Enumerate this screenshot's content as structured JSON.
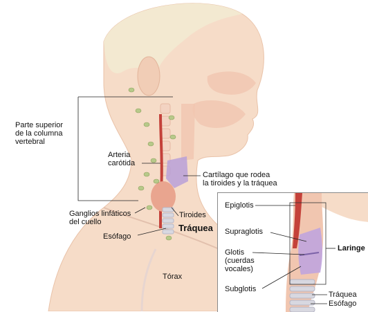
{
  "labels": {
    "spine": "Parte superior\nde la columna\nvertebral",
    "carotid": "Arteria\ncarótida",
    "cartilage": "Cartílago que rodea\nla tiroides y la tráquea",
    "lymph_nodes": "Ganglios linfáticos\ndel cuello",
    "thyroid": "Tiroides",
    "trachea": "Tráquea",
    "esophagus": "Esófago",
    "thorax": "Tórax"
  },
  "inset": {
    "epiglottis": "Epiglotis",
    "supraglottis": "Supraglotis",
    "glottis": "Glotis\n(cuerdas\nvocales)",
    "subglottis": "Subglotis",
    "larynx": "Laringe",
    "trachea": "Tráquea",
    "esophagus": "Esófago"
  },
  "colors": {
    "skin": "#f6dcc8",
    "hair": "#f3ead2",
    "airway": "#f1c6b0",
    "thyroid": "#e9a58f",
    "cartilage": "#b9a0d8",
    "lymph": "#b7c98a",
    "artery": "#c4413a",
    "trachea_rings": "#d8d8e0"
  }
}
